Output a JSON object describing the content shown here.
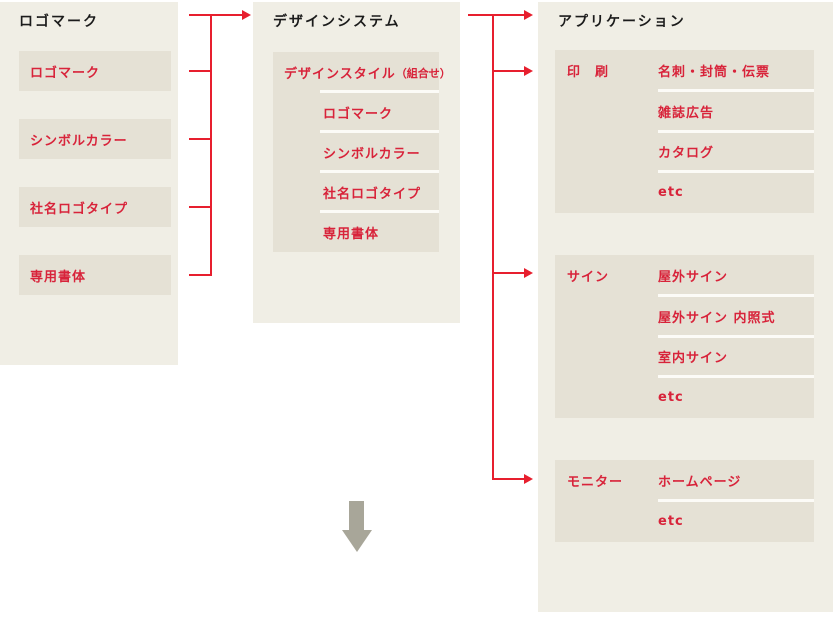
{
  "colors": {
    "accent_red": "#e71f2e",
    "panel_bg": "#f0eee5",
    "item_bg": "#e5e1d5",
    "title_text": "#1b1b1b",
    "gray_arrow": "#a8a699",
    "divider": "#fcfbf7"
  },
  "left_panel": {
    "title": "ロゴマーク",
    "items": [
      "ロゴマーク",
      "シンボルカラー",
      "社名ロゴタイプ",
      "専用書体"
    ]
  },
  "middle_panel": {
    "title": "デザインシステム",
    "style_item_main": "デザインスタイル",
    "style_item_sub": "（組合せ）",
    "sub_items": [
      "ロゴマーク",
      "シンボルカラー",
      "社名ロゴタイプ",
      "専用書体"
    ]
  },
  "right_panel": {
    "title": "アプリケーション",
    "groups": [
      {
        "label": "印　刷",
        "items": [
          "名刺・封筒・伝票",
          "雑誌広告",
          "カタログ",
          "etc"
        ]
      },
      {
        "label": "サイン",
        "items": [
          "屋外サイン",
          "屋外サイン 内照式",
          "室内サイン",
          "etc"
        ]
      },
      {
        "label": "モニター",
        "items": [
          "ホームページ",
          "etc"
        ]
      }
    ]
  }
}
